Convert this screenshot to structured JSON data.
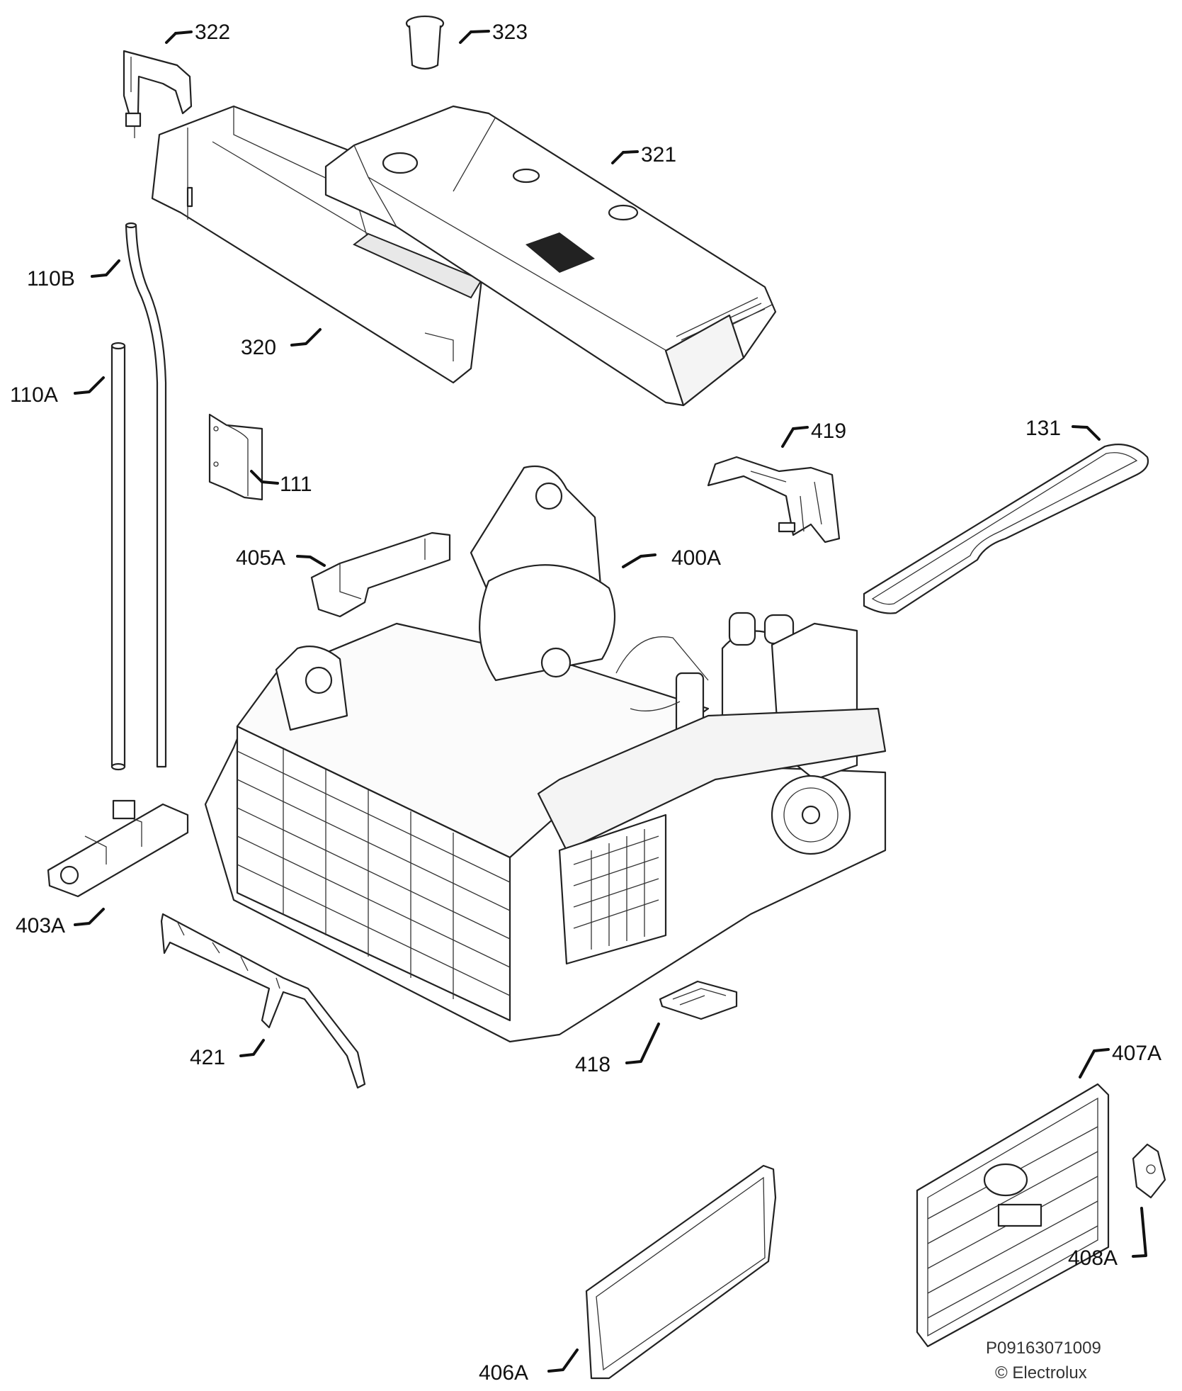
{
  "labels": {
    "p322": "322",
    "p323": "323",
    "p321": "321",
    "p110B": "110B",
    "p320": "320",
    "p110A": "110A",
    "p111": "111",
    "p419": "419",
    "p131": "131",
    "p405A": "405A",
    "p400A": "400A",
    "p403A": "403A",
    "p421": "421",
    "p418": "418",
    "p407A": "407A",
    "p408A": "408A",
    "p406A": "406A"
  },
  "footer": {
    "code": "P09163071009",
    "copyright": "© Electrolux"
  }
}
